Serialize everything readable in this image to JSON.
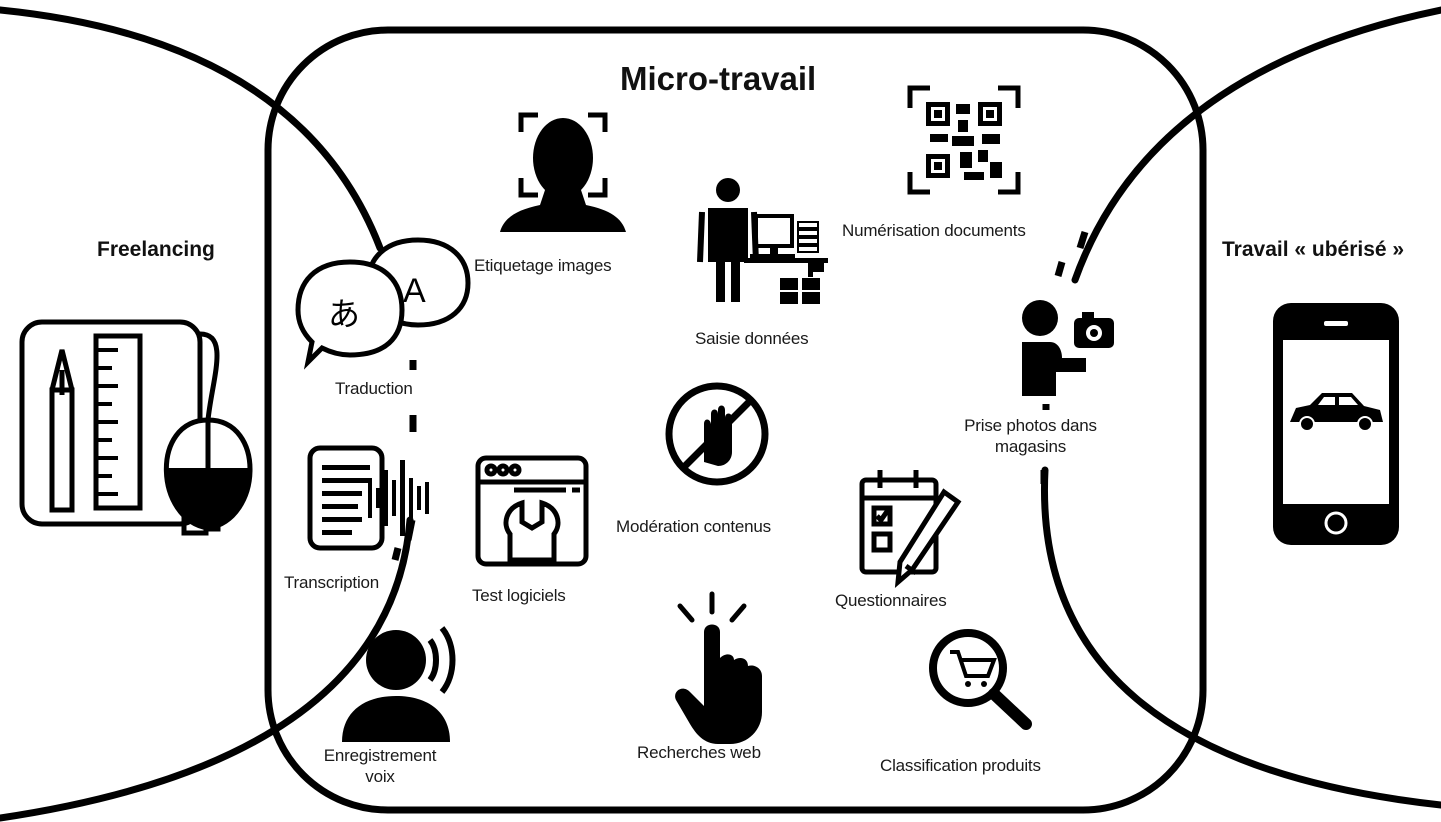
{
  "title": "Micro-travail",
  "left_region": {
    "title": "Freelancing",
    "icon": "drawing-tools-mouse-icon"
  },
  "right_region": {
    "title": "Travail « ubérisé »",
    "icon": "smartphone-car-icon"
  },
  "tasks": [
    {
      "label": "Etiquetage images",
      "icon": "face-scan-icon"
    },
    {
      "label": "Numérisation documents",
      "icon": "qr-code-scan-icon"
    },
    {
      "label": "Saisie données",
      "icon": "data-entry-person-icon"
    },
    {
      "label": "Traduction",
      "icon": "translation-bubbles-icon"
    },
    {
      "label": "Prise photos dans magasins",
      "icon": "person-camera-icon"
    },
    {
      "label": "Transcription",
      "icon": "transcription-soundwave-icon"
    },
    {
      "label": "Test logiciels",
      "icon": "software-test-wrench-icon"
    },
    {
      "label": "Modération contenus",
      "icon": "moderation-hand-forbidden-icon"
    },
    {
      "label": "Questionnaires",
      "icon": "calendar-checklist-pencil-icon"
    },
    {
      "label": "Enregistrement voix",
      "icon": "voice-recording-person-icon"
    },
    {
      "label": "Recherches web",
      "icon": "pointer-hand-click-icon"
    },
    {
      "label": "Classification produits",
      "icon": "cart-magnifier-icon"
    }
  ]
}
